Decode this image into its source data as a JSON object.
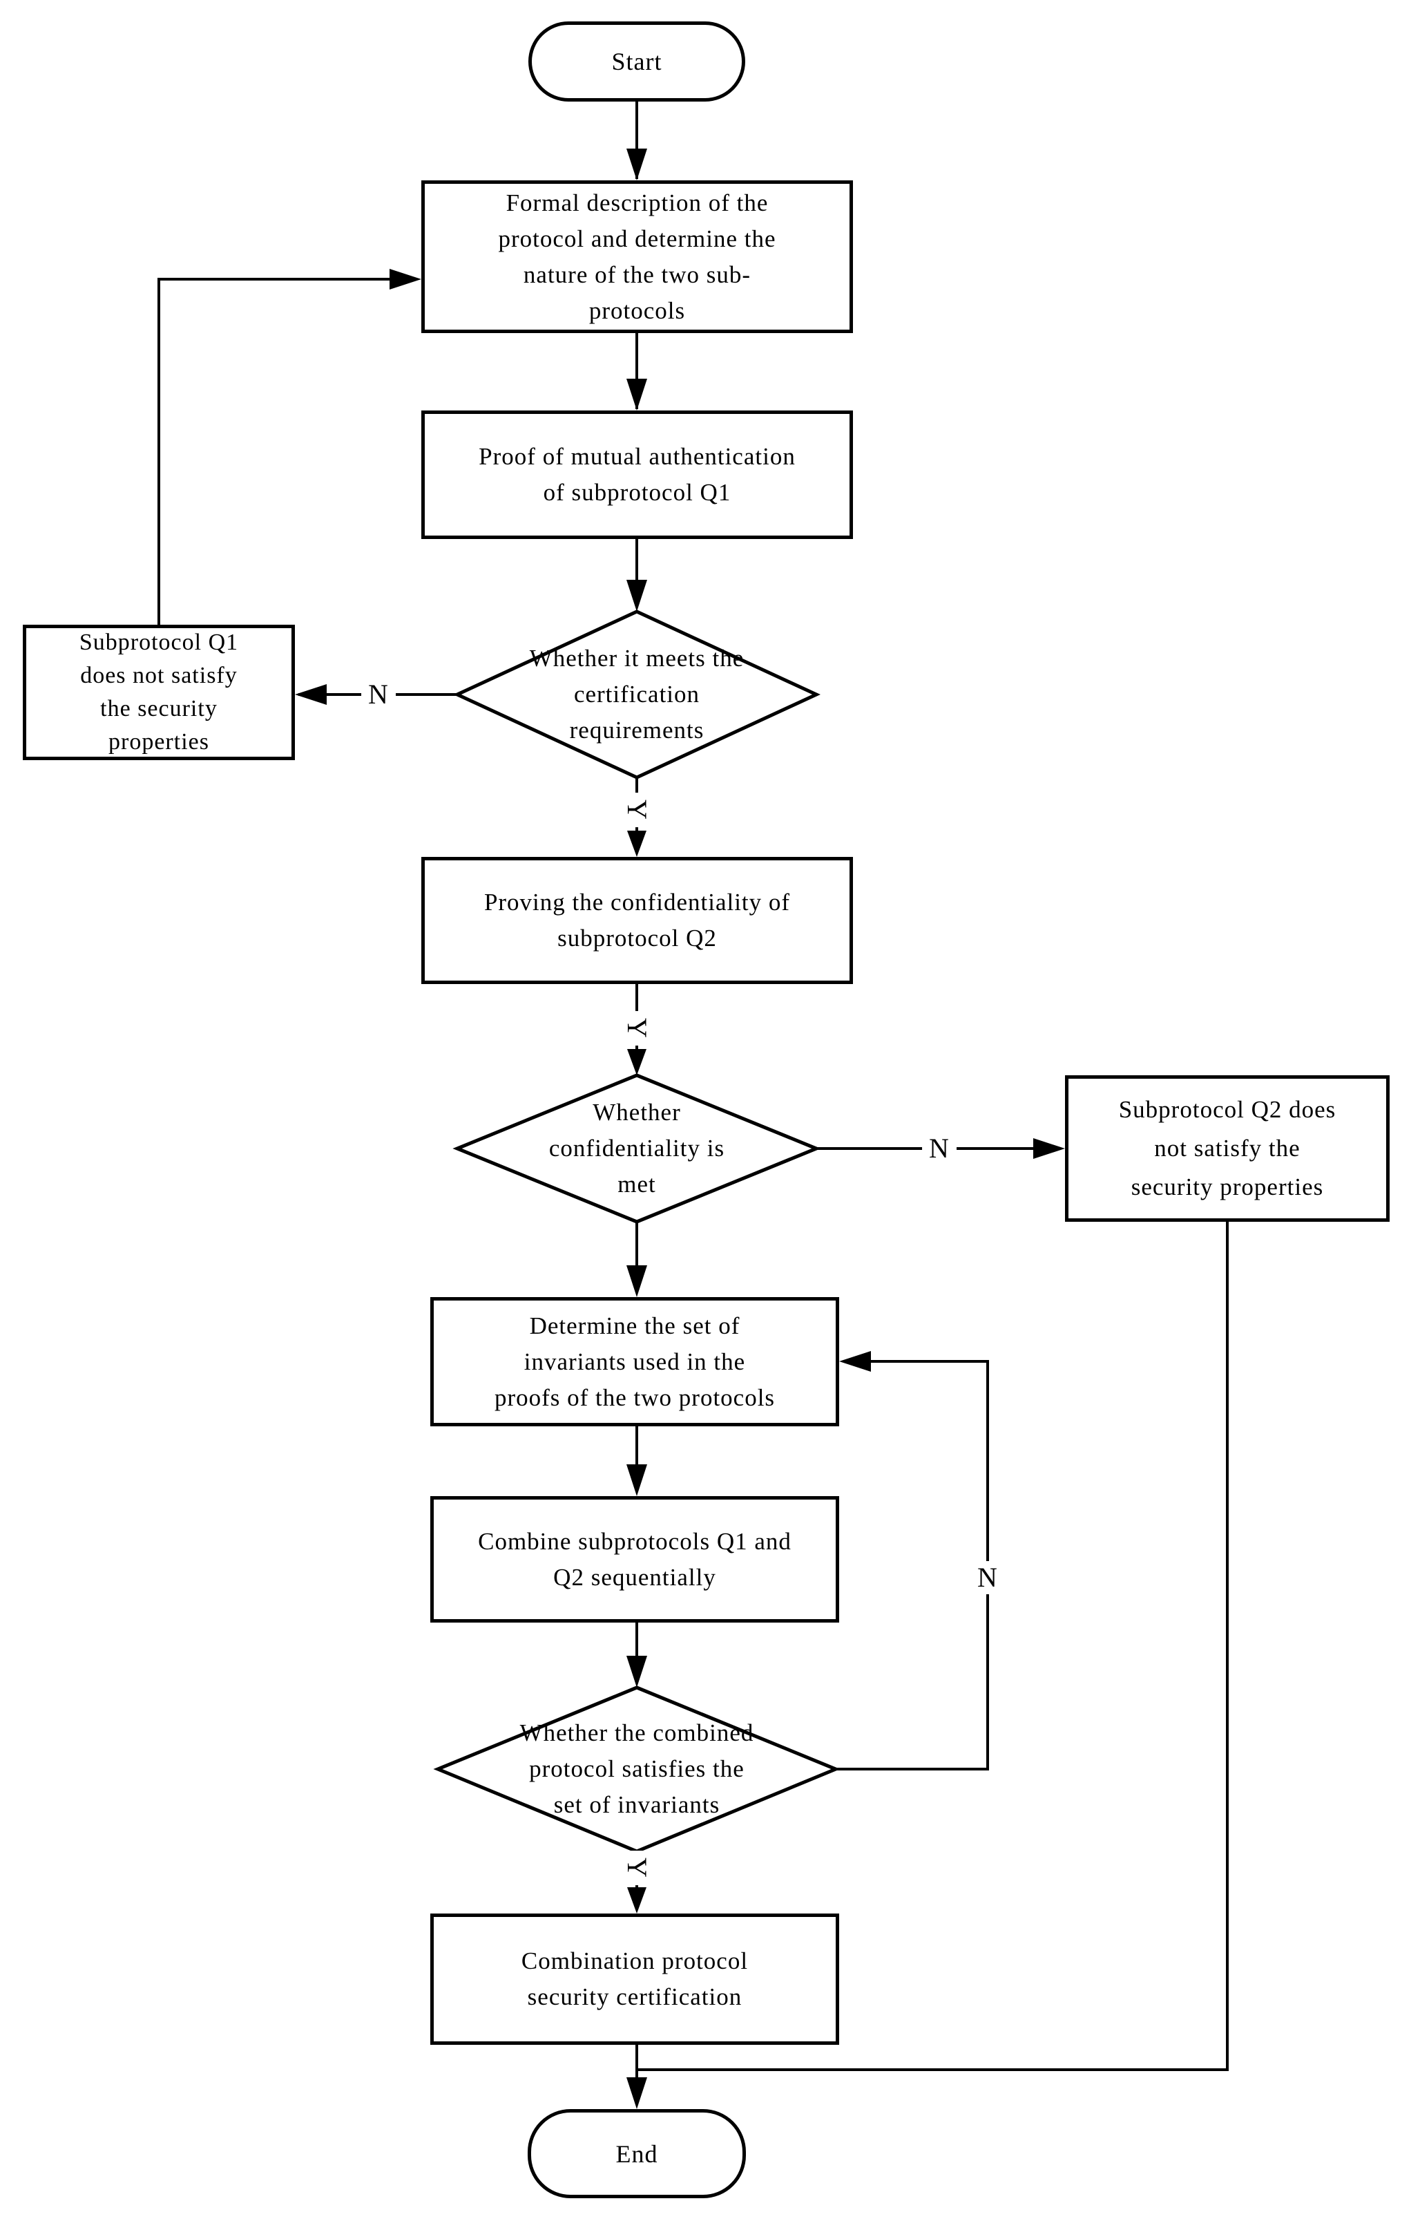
{
  "page": {
    "background_color": "#ffffff",
    "line_color": "#000000",
    "text_color": "#000000"
  },
  "flowchart": {
    "nodes": {
      "start": {
        "type": "terminator",
        "label": "Start"
      },
      "formal_description": {
        "type": "process",
        "label": "Formal description of the\nprotocol and determine the\nnature of the two sub-\nprotocols"
      },
      "proof_q1": {
        "type": "process",
        "label": "Proof of mutual authentication\nof subprotocol Q1"
      },
      "meets_certification": {
        "type": "decision",
        "label": "Whether it meets the\ncertification\nrequirements"
      },
      "q1_not_satisfy": {
        "type": "process",
        "label": "Subprotocol Q1\ndoes not satisfy\nthe security\nproperties"
      },
      "proving_q2": {
        "type": "process",
        "label": "Proving the confidentiality of\nsubprotocol Q2"
      },
      "confidentiality_met": {
        "type": "decision",
        "label": "Whether\nconfidentiality is\nmet"
      },
      "q2_not_satisfy": {
        "type": "process",
        "label": "Subprotocol Q2 does\nnot satisfy the\nsecurity properties"
      },
      "determine_invariants": {
        "type": "process",
        "label": "Determine the set of\ninvariants used in the\nproofs of the two protocols"
      },
      "combine_subprotocols": {
        "type": "process",
        "label": "Combine subprotocols Q1 and\nQ2 sequentially"
      },
      "combined_satisfies": {
        "type": "decision",
        "label": "Whether the combined\nprotocol satisfies the\nset of invariants"
      },
      "combination_certification": {
        "type": "process",
        "label": "Combination protocol\nsecurity certification"
      },
      "end": {
        "type": "terminator",
        "label": "End"
      }
    },
    "edge_labels": {
      "d1_no": "N",
      "d1_yes": "Y",
      "box3_yes": "Y",
      "d2_no": "N",
      "d3_no": "N",
      "d3_yes": "Y"
    }
  }
}
